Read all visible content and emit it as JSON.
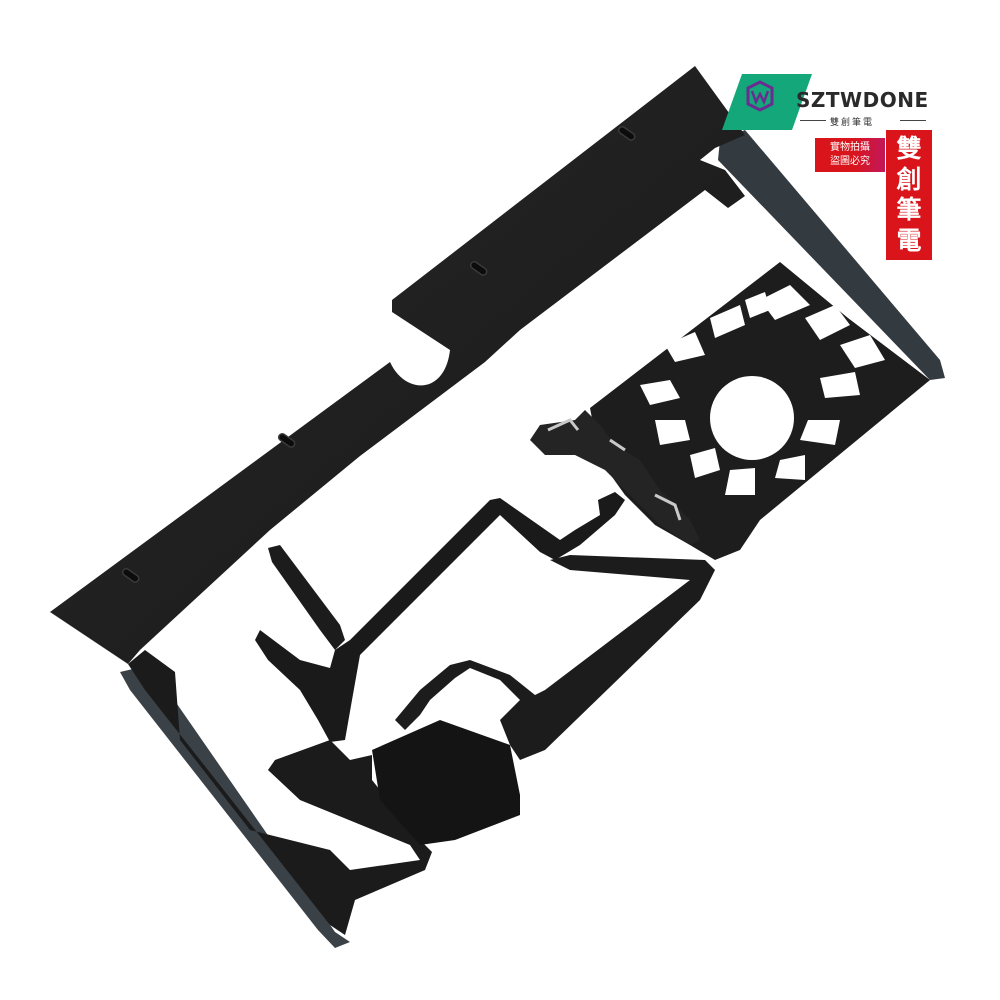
{
  "watermark": {
    "brand_name": "SZTWDONE",
    "brand_subtitle": "雙創筆電",
    "stamp_lines": [
      "實物拍攝",
      "盜圖必究"
    ],
    "vertical_stamp_chars": [
      "雙",
      "創",
      "筆",
      "電"
    ]
  },
  "colors": {
    "background": "#ffffff",
    "frame": "#1f1f1f",
    "frame_edge": "#2c3136",
    "logo_teal": "#14a77a",
    "logo_purple": "#6a2c91",
    "stamp_red": "#d9141b"
  },
  "icons": [
    "w-logo-icon"
  ]
}
